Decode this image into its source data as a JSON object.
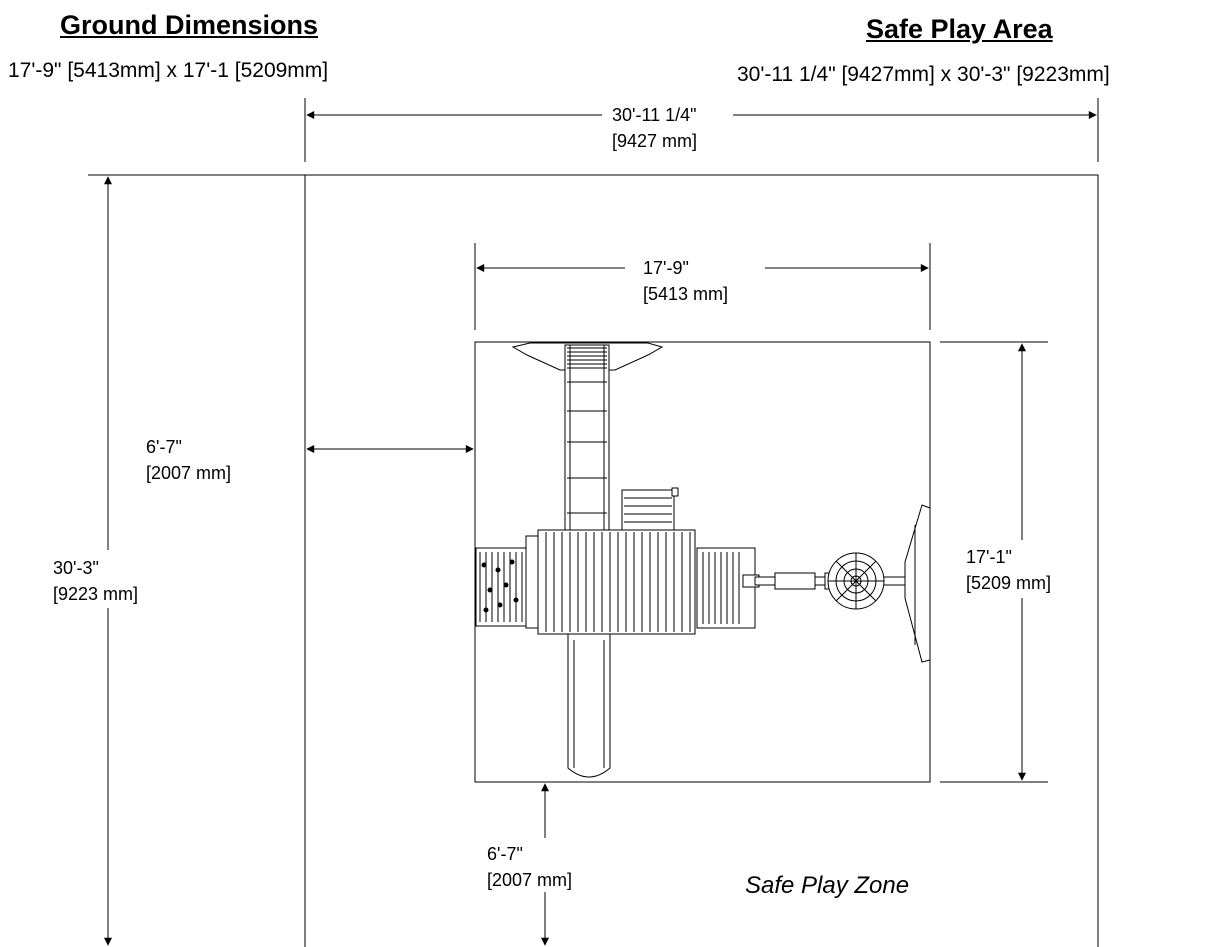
{
  "ground": {
    "title": "Ground Dimensions",
    "dims": "17'-9\" [5413mm] x 17'-1 [5209mm]"
  },
  "safe_area": {
    "title": "Safe Play Area",
    "dims": "30'-11 1/4\" [9427mm] x 30'-3\" [9223mm]"
  },
  "dimensions": {
    "outer_width_ft": "30'-11 1/4\"",
    "outer_width_mm": "[9427 mm]",
    "outer_height_ft": "30'-3\"",
    "outer_height_mm": "[9223 mm]",
    "inner_width_ft": "17'-9\"",
    "inner_width_mm": "[5413 mm]",
    "inner_height_ft": "17'-1\"",
    "inner_height_mm": "[5209 mm]",
    "side_clearance_ft": "6'-7\"",
    "side_clearance_mm": "[2007 mm]",
    "bottom_clearance_ft": "6'-7\"",
    "bottom_clearance_mm": "[2007 mm]"
  },
  "zone_label": "Safe Play Zone"
}
